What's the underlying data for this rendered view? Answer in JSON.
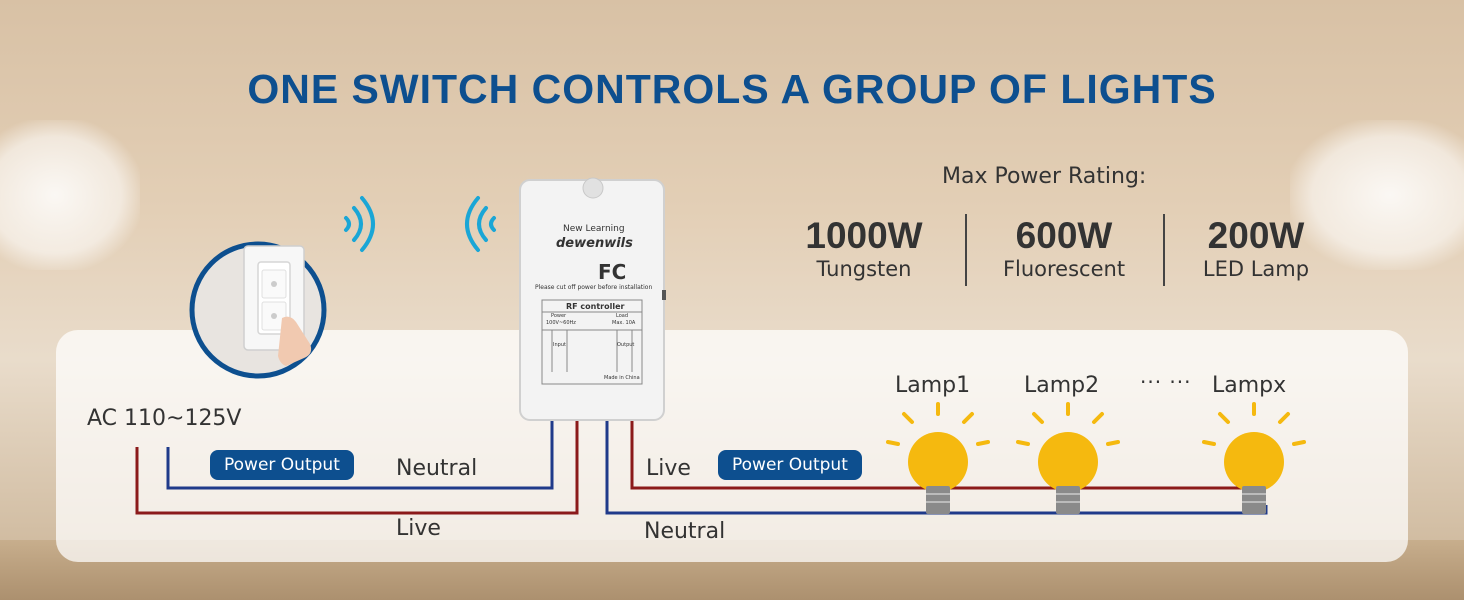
{
  "title": "ONE SWITCH CONTROLS A GROUP OF LIGHTS",
  "rating": {
    "heading": "Max Power Rating:",
    "items": [
      {
        "watts": "1000W",
        "type": "Tungsten"
      },
      {
        "watts": "600W",
        "type": "Fluorescent"
      },
      {
        "watts": "200W",
        "type": "LED Lamp"
      }
    ]
  },
  "input": {
    "ac_label": "AC 110~125V",
    "pill": "Power Output",
    "neutral": "Neutral",
    "live": "Live"
  },
  "output": {
    "live": "Live",
    "pill": "Power Output",
    "neutral": "Neutral"
  },
  "lamps": [
    "Lamp1",
    "Lamp2",
    "Lampx"
  ],
  "lamps_ellipsis": "··· ···",
  "device": {
    "line1": "New Learning",
    "brand": "dewenwils",
    "fcc": "FC",
    "warning": "Please cut off power before installation",
    "panel_title": "RF controller",
    "power_label": "Power",
    "power_spec": "100V~60Hz",
    "load_label": "Load",
    "load_spec": "Max. 10A",
    "input_label": "Input",
    "output_label": "Output",
    "made_in": "Made in China"
  },
  "colors": {
    "title": "#0d4f8f",
    "pill": "#0d4f8f",
    "live_wire": "#8b1a1a",
    "neutral_wire": "#1f3a8a",
    "bulb": "#f5b90f",
    "wifi": "#1aa6d6"
  }
}
